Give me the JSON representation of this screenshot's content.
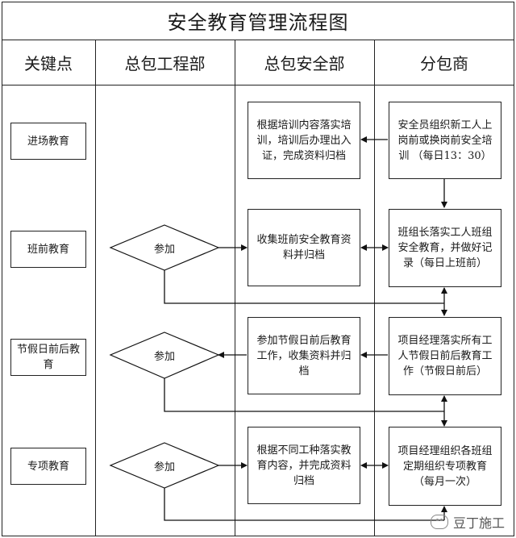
{
  "title": "安全教育管理流程图",
  "columns": [
    "关键点",
    "总包工程部",
    "总包安全部",
    "分包商"
  ],
  "key_points": [
    "进场教育",
    "班前教育",
    "节假日前后教育",
    "专项教育"
  ],
  "engineering_dept": [
    "参加",
    "参加",
    "参加"
  ],
  "safety_dept": [
    "根据培训内容落实培训，培训后办理出入证，完成资料归档",
    "收集班前安全教育资料并归档",
    "参加节假日前后教育工作，收集资料并归档",
    "根据不同工种落实教育内容，并完成资料归档"
  ],
  "subcontractor": [
    "安全员组织新工人上岗前或换岗前安全培训 （每日13：30）",
    "班组长落实工人班组安全教育，并做好记录（每日上班前）",
    "项目经理落实所有工人节假日前后教育工作（节假日前后）",
    "项目经理组织各班组定期组织专项教育 （每月一次）"
  ],
  "watermark": "豆丁施工"
}
